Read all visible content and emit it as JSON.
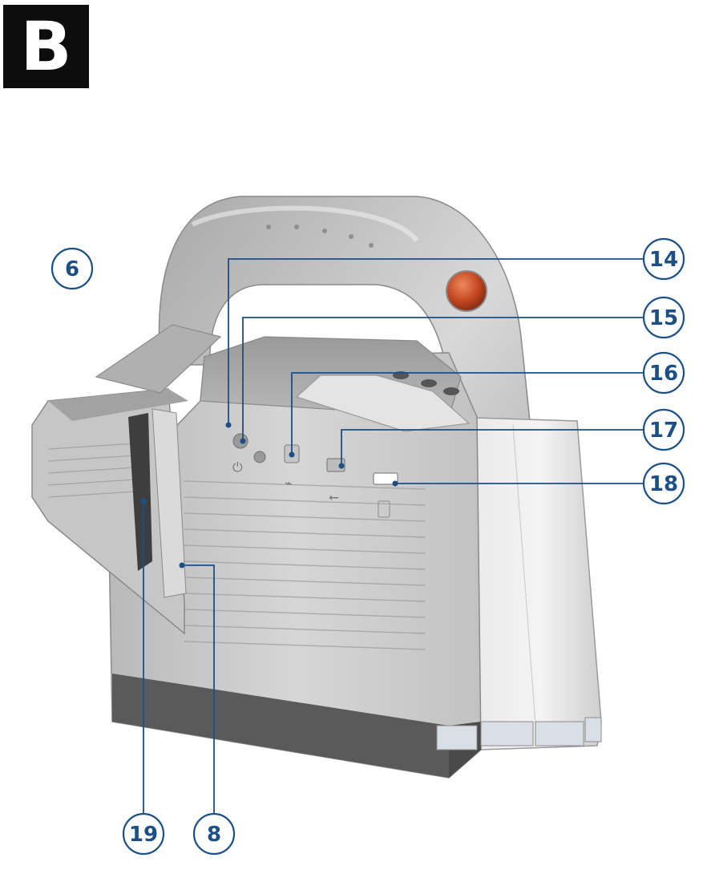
{
  "panel": {
    "label": "B"
  },
  "callouts": [
    {
      "id": "c6",
      "number": "6"
    },
    {
      "id": "c14",
      "number": "14"
    },
    {
      "id": "c15",
      "number": "15"
    },
    {
      "id": "c16",
      "number": "16"
    },
    {
      "id": "c17",
      "number": "17"
    },
    {
      "id": "c18",
      "number": "18"
    },
    {
      "id": "c19",
      "number": "19"
    },
    {
      "id": "c8",
      "number": "8"
    }
  ],
  "colors": {
    "callout": "#1b4f86",
    "device_body": "#c9c9c9",
    "device_dark_base": "#5a5a5a",
    "handle_button": "#c0441f",
    "panel_badge": "#0d0d0d"
  },
  "icons": [
    "power-icon",
    "network-icon",
    "usb-icon",
    "card-slot-icon"
  ]
}
